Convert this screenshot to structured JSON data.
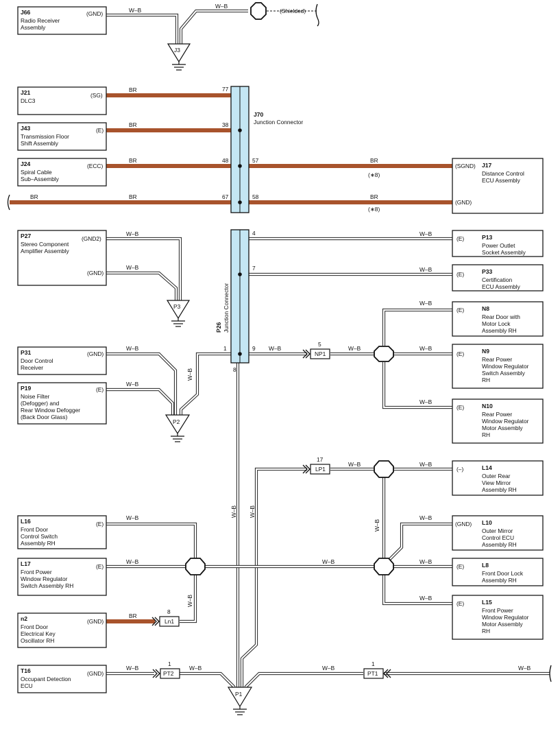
{
  "components": {
    "J66": {
      "ref": "J66",
      "name": [
        "Radio Receiver",
        "Assembly"
      ],
      "pin": "(GND)"
    },
    "J21": {
      "ref": "J21",
      "name": [
        "DLC3"
      ],
      "pin": "(SG)"
    },
    "J43": {
      "ref": "J43",
      "name": [
        "Transmission Floor",
        "Shift Assembly"
      ],
      "pin": "(E)"
    },
    "J24": {
      "ref": "J24",
      "name": [
        "Spiral Cable",
        "Sub–Assembly"
      ],
      "pin": "(ECC)"
    },
    "J17": {
      "ref": "J17",
      "name": [
        "Distance Control",
        "ECU Assembly"
      ],
      "pins": [
        "(SGND)",
        "(GND)"
      ]
    },
    "P27": {
      "ref": "P27",
      "name": [
        "Stereo Component",
        "Amplifier Assembly"
      ],
      "pins": [
        "(GND2)",
        "(GND)"
      ]
    },
    "P13": {
      "ref": "P13",
      "name": [
        "Power Outlet",
        "Socket Assembly"
      ],
      "pin": "(E)"
    },
    "P33": {
      "ref": "P33",
      "name": [
        "Certification",
        "ECU Assembly"
      ],
      "pin": "(E)"
    },
    "N8": {
      "ref": "N8",
      "name": [
        "Rear Door with",
        "Motor Lock",
        "Assembly RH"
      ],
      "pin": "(E)"
    },
    "N9": {
      "ref": "N9",
      "name": [
        "Rear Power",
        "Window Regulator",
        "Switch Assembly",
        "RH"
      ],
      "pin": "(E)"
    },
    "N10": {
      "ref": "N10",
      "name": [
        "Rear Power",
        "Window Regulator",
        "Motor Assembly",
        "RH"
      ],
      "pin": "(E)"
    },
    "P31": {
      "ref": "P31",
      "name": [
        "Door Control",
        "Receiver"
      ],
      "pin": "(GND)"
    },
    "P19": {
      "ref": "P19",
      "name": [
        "Noise Filter",
        "(Defogger) and",
        "Rear Window Defogger",
        "(Back Door Glass)"
      ],
      "pin": "(E)"
    },
    "L14": {
      "ref": "L14",
      "name": [
        "Outer Rear",
        "View Mirror",
        "Assembly RH"
      ],
      "pin": "(–)"
    },
    "L10": {
      "ref": "L10",
      "name": [
        "Outer Mirror",
        "Control ECU",
        "Assembly RH"
      ],
      "pin": "(GND)"
    },
    "L8": {
      "ref": "L8",
      "name": [
        "Front Door Lock",
        "Assembly RH"
      ],
      "pin": "(E)"
    },
    "L15": {
      "ref": "L15",
      "name": [
        "Front Power",
        "Window Regulator",
        "Motor Assembly",
        "RH"
      ],
      "pin": "(E)"
    },
    "L16": {
      "ref": "L16",
      "name": [
        "Front Door",
        "Control Switch",
        "Assembly RH"
      ],
      "pin": "(E)"
    },
    "L17": {
      "ref": "L17",
      "name": [
        "Front Power",
        "Window Regulator",
        "Switch Assembly RH"
      ],
      "pin": "(E)"
    },
    "n2": {
      "ref": "n2",
      "name": [
        "Front Door",
        "Electrical Key",
        "Oscillator RH"
      ],
      "pin": "(GND)"
    },
    "T16": {
      "ref": "T16",
      "name": [
        "Occupant Detection",
        "ECU"
      ],
      "pin": "(GND)"
    }
  },
  "junctions": {
    "J70": {
      "ref": "J70",
      "name": "Junction Connector",
      "pins": [
        "77",
        "38",
        "48",
        "67",
        "57",
        "58"
      ]
    },
    "P26": {
      "ref": "P26",
      "name": "Junction Connector",
      "pins": [
        "4",
        "7",
        "1",
        "9",
        "8"
      ]
    }
  },
  "grounds": [
    "J3",
    "P3",
    "P2",
    "P1"
  ],
  "connectors": {
    "NP1": {
      "label": "NP1",
      "pin": "5"
    },
    "LP1": {
      "label": "LP1",
      "pin": "17"
    },
    "Ln1": {
      "label": "Ln1",
      "pin": "8"
    },
    "PT2": {
      "label": "PT2",
      "pin": "1"
    },
    "PT1": {
      "label": "PT1",
      "pin": "1"
    }
  },
  "wire_colors": {
    "wb": "W–B",
    "br": "BR"
  },
  "notes": {
    "shielded": "(Shielded)",
    "star8": "(∗8)"
  },
  "colors": {
    "brown_wire": "#a8532c",
    "junction_fill": "#c4e6f3"
  }
}
